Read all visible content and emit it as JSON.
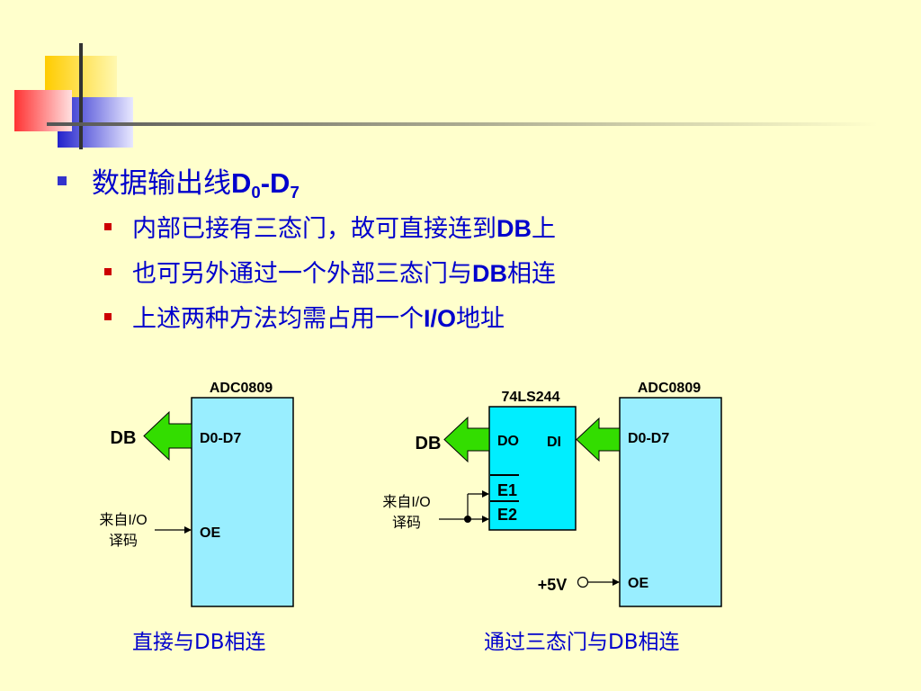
{
  "title": {
    "main": "数据输出线",
    "d": "D",
    "sub0": "0",
    "dash": "-D",
    "sub7": "7"
  },
  "bullets": [
    {
      "pre": "内部已接有三态门，故可直接连到",
      "bold": "DB",
      "post": "上"
    },
    {
      "pre": "也可另外通过一个外部三态门与",
      "bold": "DB",
      "post": "相连"
    },
    {
      "pre": "上述两种方法均需占用一个",
      "bold": "I/O",
      "post": "地址"
    }
  ],
  "left_diagram": {
    "chip_name": "ADC0809",
    "pin_data": "D0-D7",
    "pin_oe": "OE",
    "bus_label": "DB",
    "decode_line1": "来自I/O",
    "decode_line2": "译码",
    "caption": "直接与DB相连"
  },
  "right_diagram": {
    "buffer_name": "74LS244",
    "buffer_do": "DO",
    "buffer_di": "DI",
    "buffer_e1": "E1",
    "buffer_e2": "E2",
    "chip_name": "ADC0809",
    "pin_data": "D0-D7",
    "pin_oe": "OE",
    "bus_label": "DB",
    "decode_line1": "来自I/O",
    "decode_line2": "译码",
    "vcc": "+5V",
    "caption": "通过三态门与DB相连"
  },
  "colors": {
    "background": "#FFFFCC",
    "text": "#0000CC",
    "chip_fill": "#99EEFF",
    "buffer_fill": "#00EEFF",
    "arrow_green": "#33DD00"
  }
}
